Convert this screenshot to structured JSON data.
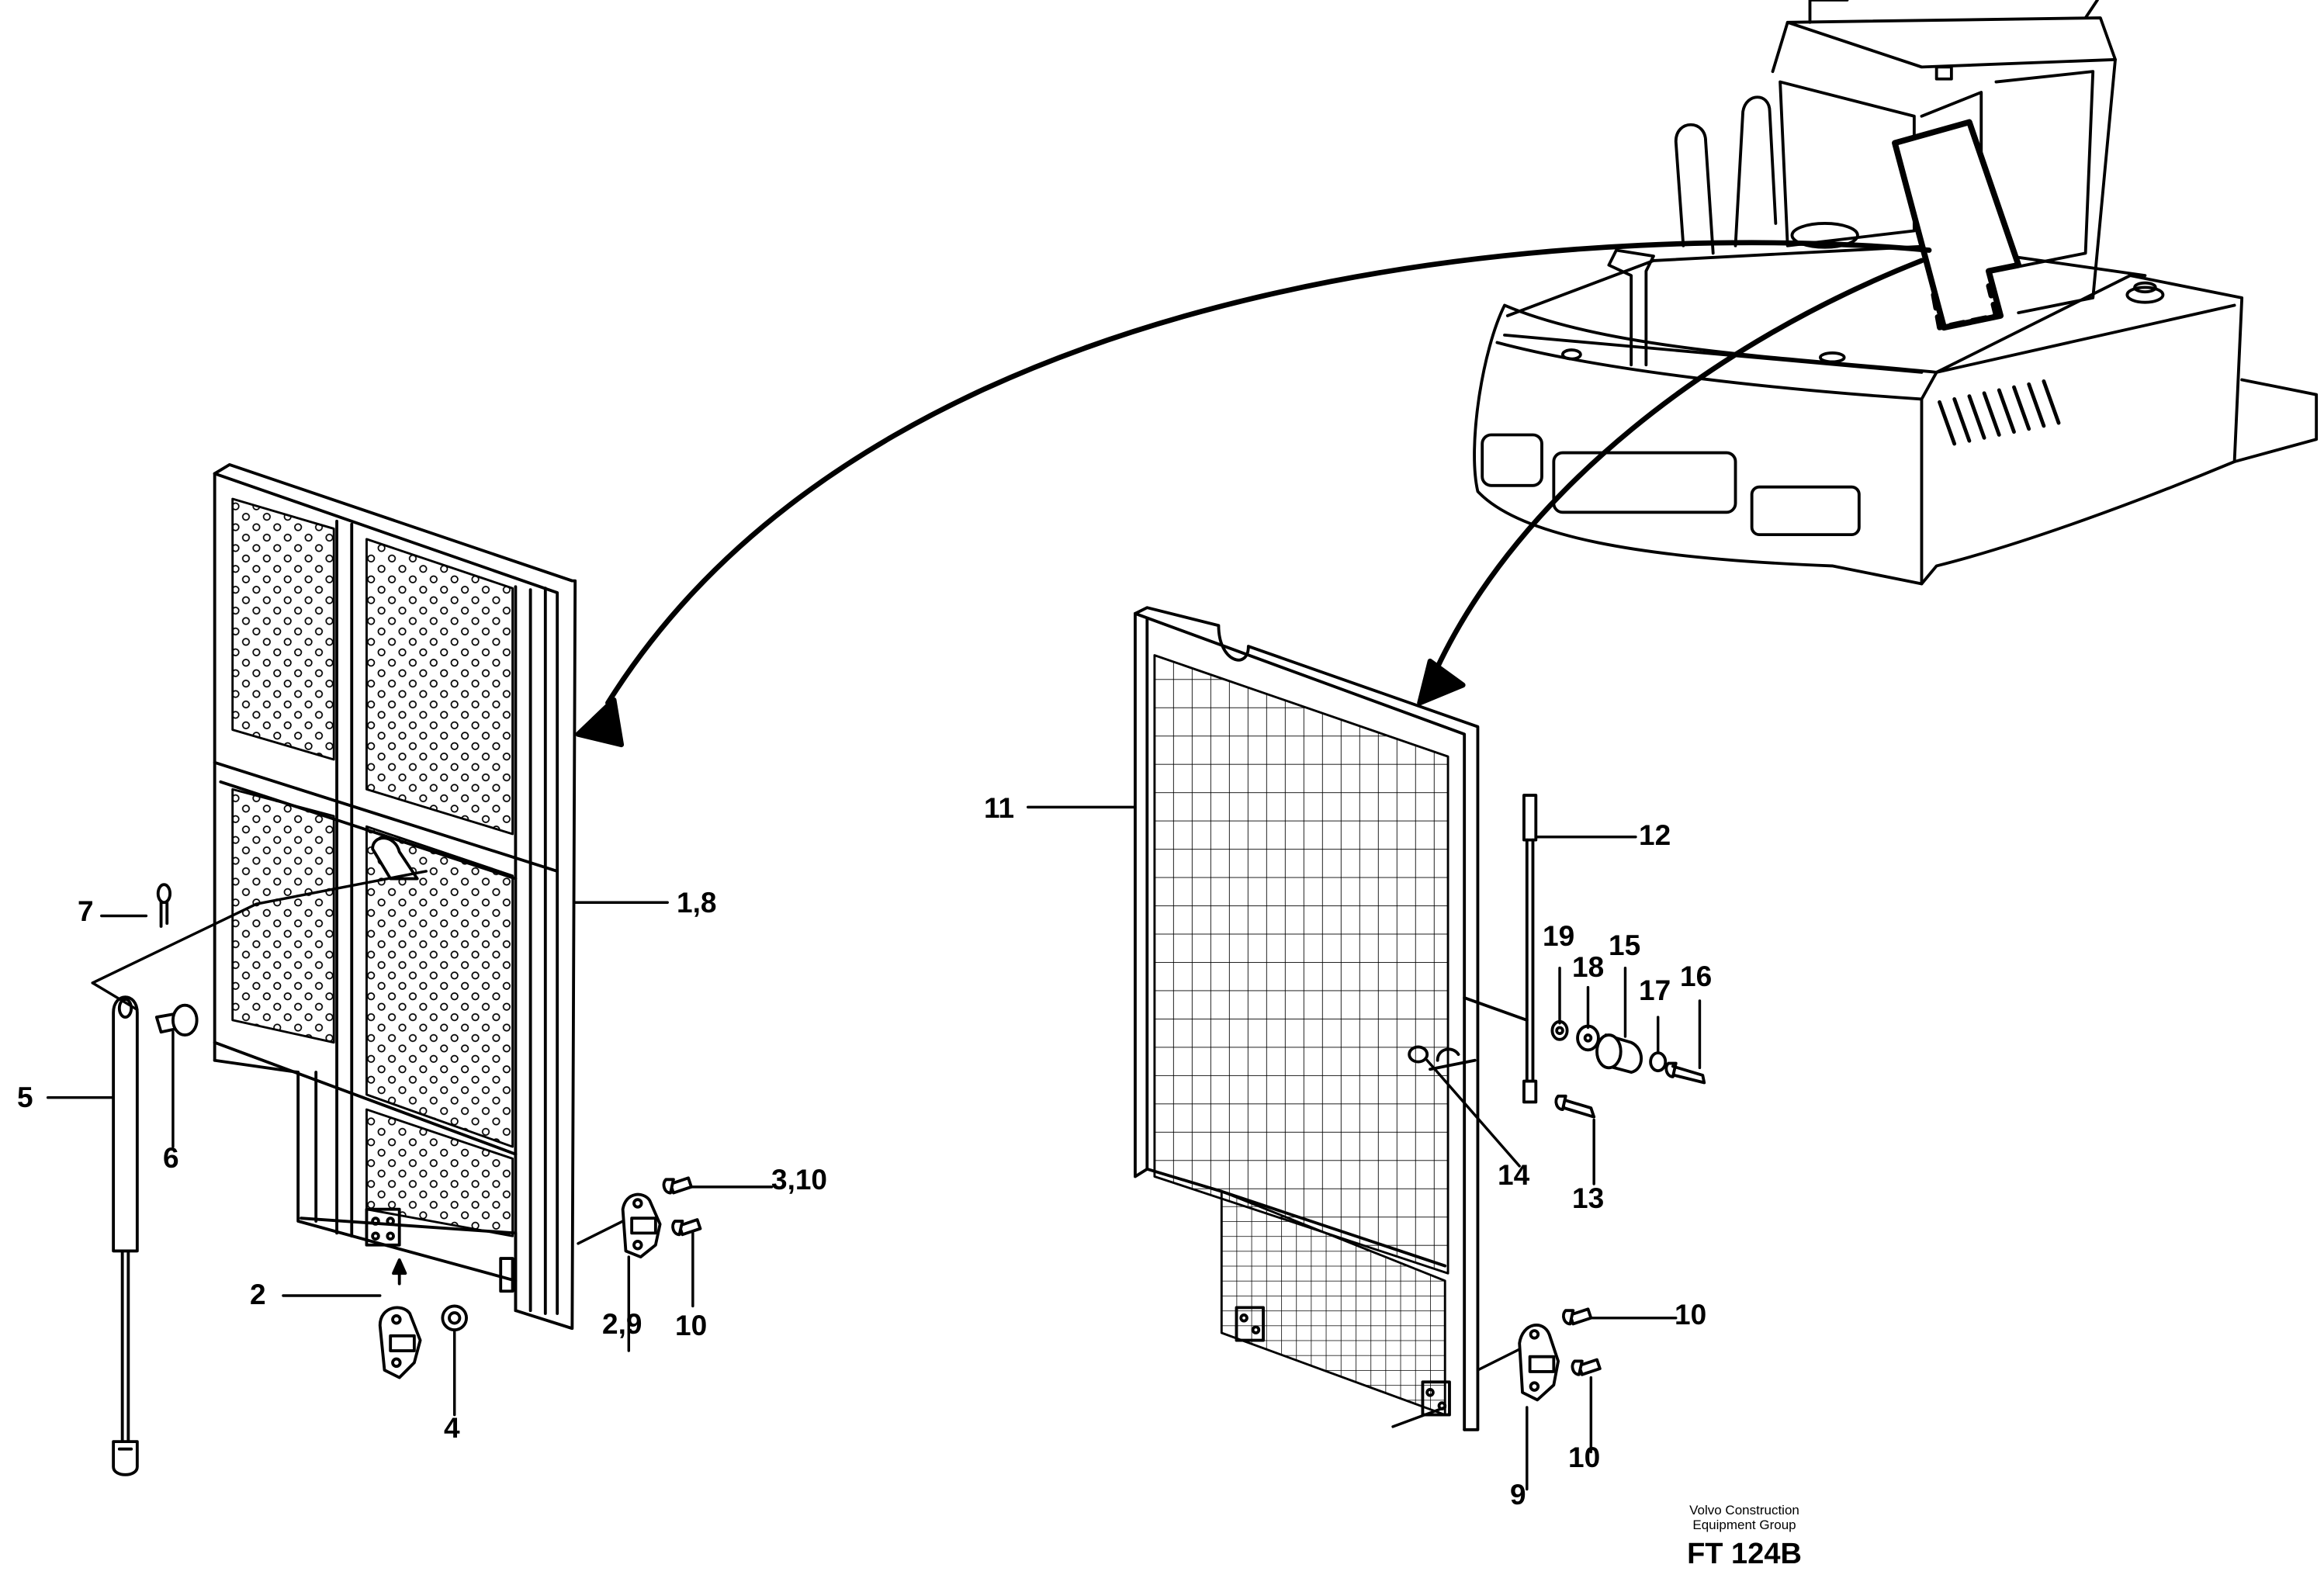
{
  "callouts": {
    "c1_8": "1,8",
    "c2": "2",
    "c2_9": "2,9",
    "c3_10": "3,10",
    "c4": "4",
    "c5": "5",
    "c6": "6",
    "c7": "7",
    "c9": "9",
    "c10a": "10",
    "c10b": "10",
    "c10c": "10",
    "c11": "11",
    "c12": "12",
    "c13": "13",
    "c14": "14",
    "c15": "15",
    "c16": "16",
    "c17": "17",
    "c18": "18",
    "c19": "19"
  },
  "credit": {
    "line1": "Volvo Construction",
    "line2": "Equipment Group",
    "code": "FT 124B"
  },
  "colors": {
    "ink": "#000000",
    "paper": "#ffffff"
  }
}
